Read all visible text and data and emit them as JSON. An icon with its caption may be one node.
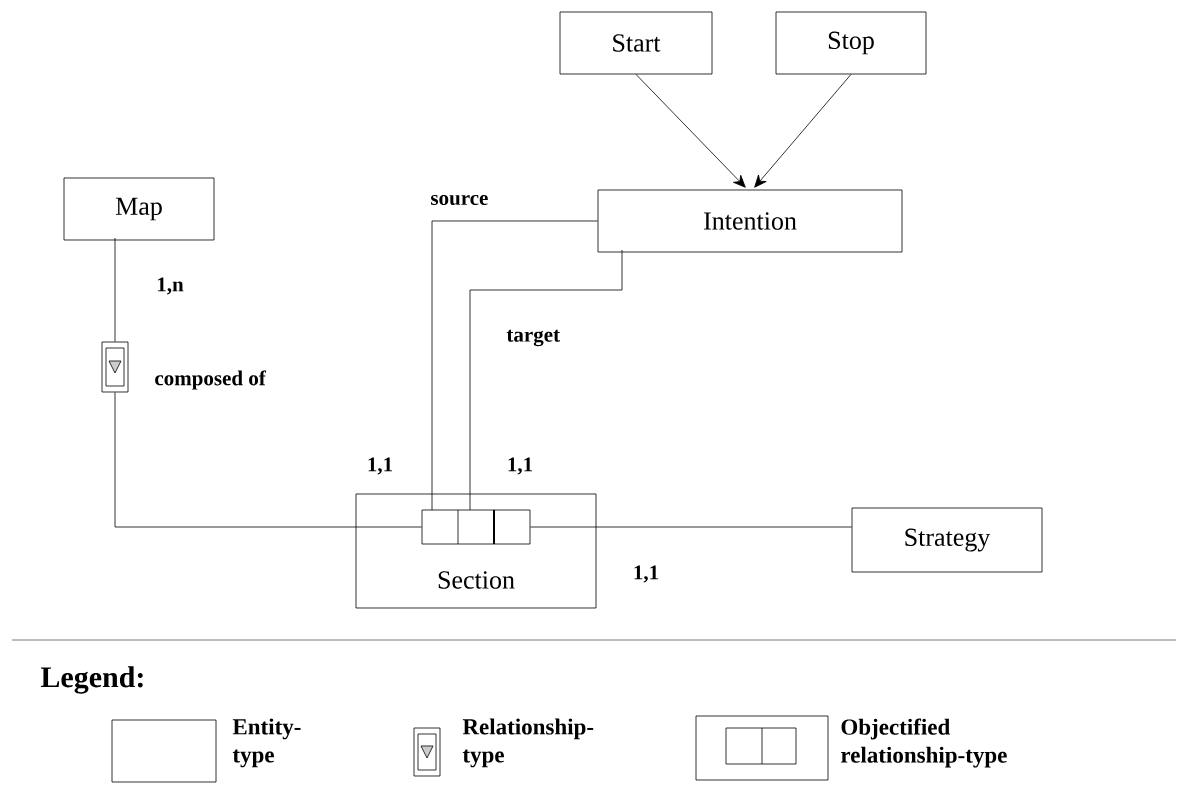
{
  "diagram": {
    "nodes": [
      {
        "text": [
          "Start"
        ]
      },
      {
        "text": [
          "Stop"
        ]
      },
      {
        "text": [
          "Map"
        ]
      },
      {
        "text": [
          "Intention"
        ]
      },
      {
        "text": [],
        "shape": "box",
        "beside": [
          "composed of"
        ]
      },
      {
        "text": [
          "Section"
        ]
      },
      {
        "text": [],
        "shape": "box",
        "in": 5
      },
      {
        "text": [
          "Strategy"
        ]
      }
    ],
    "edges": [
      {
        "from": 0,
        "to": 3,
        "arrow": "to"
      },
      {
        "from": 1,
        "to": 3,
        "arrow": "to"
      },
      {
        "from": 2,
        "to": 4,
        "arrow": "none"
      },
      {
        "from": 4,
        "to": 6,
        "arrow": "none"
      },
      {
        "from": 3,
        "to": 6,
        "arrow": "none",
        "label": "source"
      },
      {
        "from": 3,
        "to": 6,
        "arrow": "none",
        "label": "target"
      },
      {
        "from": 6,
        "to": 7,
        "arrow": "none"
      }
    ],
    "labels": [
      "1,n",
      "1,1",
      "1,1",
      "1,1",
      "Legend:"
    ],
    "legend": [
      {
        "text": "Entity-type"
      },
      {
        "text": "Relationship-type"
      },
      {
        "text": "Objectified relationship-type"
      }
    ]
  }
}
